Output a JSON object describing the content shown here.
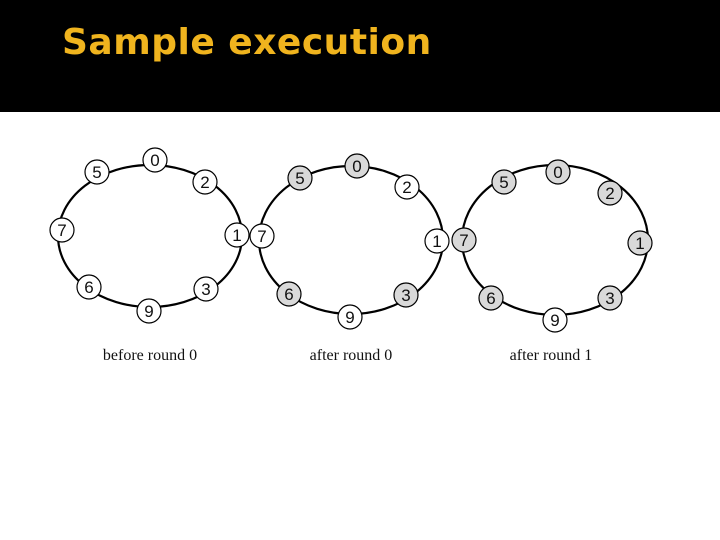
{
  "slide": {
    "title": "Sample execution",
    "colors": {
      "title_bar": "#000000",
      "title_text": "#f0b41e",
      "node_fill_white": "#ffffff",
      "node_fill_gray": "#d9d9d9",
      "stroke": "#000000"
    }
  },
  "rings": [
    {
      "caption": "before round 0",
      "nodes": [
        {
          "label": "0",
          "shaded": false
        },
        {
          "label": "2",
          "shaded": false
        },
        {
          "label": "1",
          "shaded": false
        },
        {
          "label": "3",
          "shaded": false
        },
        {
          "label": "9",
          "shaded": false
        },
        {
          "label": "6",
          "shaded": false
        },
        {
          "label": "7",
          "shaded": false
        },
        {
          "label": "5",
          "shaded": false
        }
      ]
    },
    {
      "caption": "after round 0",
      "nodes": [
        {
          "label": "0",
          "shaded": true
        },
        {
          "label": "2",
          "shaded": false
        },
        {
          "label": "1",
          "shaded": false
        },
        {
          "label": "3",
          "shaded": true
        },
        {
          "label": "9",
          "shaded": false
        },
        {
          "label": "6",
          "shaded": true
        },
        {
          "label": "7",
          "shaded": false
        },
        {
          "label": "5",
          "shaded": true
        }
      ]
    },
    {
      "caption": "after round 1",
      "nodes": [
        {
          "label": "0",
          "shaded": true
        },
        {
          "label": "2",
          "shaded": true
        },
        {
          "label": "1",
          "shaded": true
        },
        {
          "label": "3",
          "shaded": true
        },
        {
          "label": "9",
          "shaded": false
        },
        {
          "label": "6",
          "shaded": true
        },
        {
          "label": "7",
          "shaded": true
        },
        {
          "label": "5",
          "shaded": true
        }
      ]
    }
  ]
}
